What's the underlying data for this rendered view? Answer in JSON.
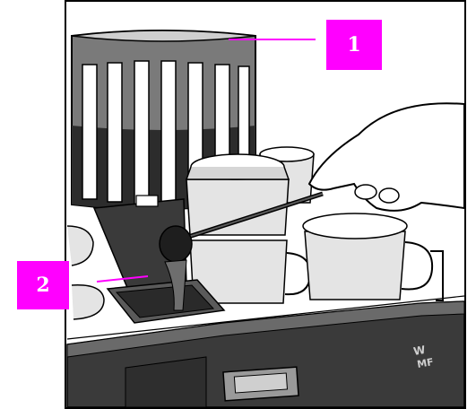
{
  "colors": {
    "callout": "#ff00ff",
    "frame": "#000000",
    "machine_dark": "#3a3a3a",
    "machine_mid": "#8a8a8a",
    "cup_light": "#e4e4e4",
    "shade": "#bdbdbd"
  },
  "callouts": [
    {
      "label": "1"
    },
    {
      "label": "2"
    }
  ],
  "brand_mark": "WMF"
}
